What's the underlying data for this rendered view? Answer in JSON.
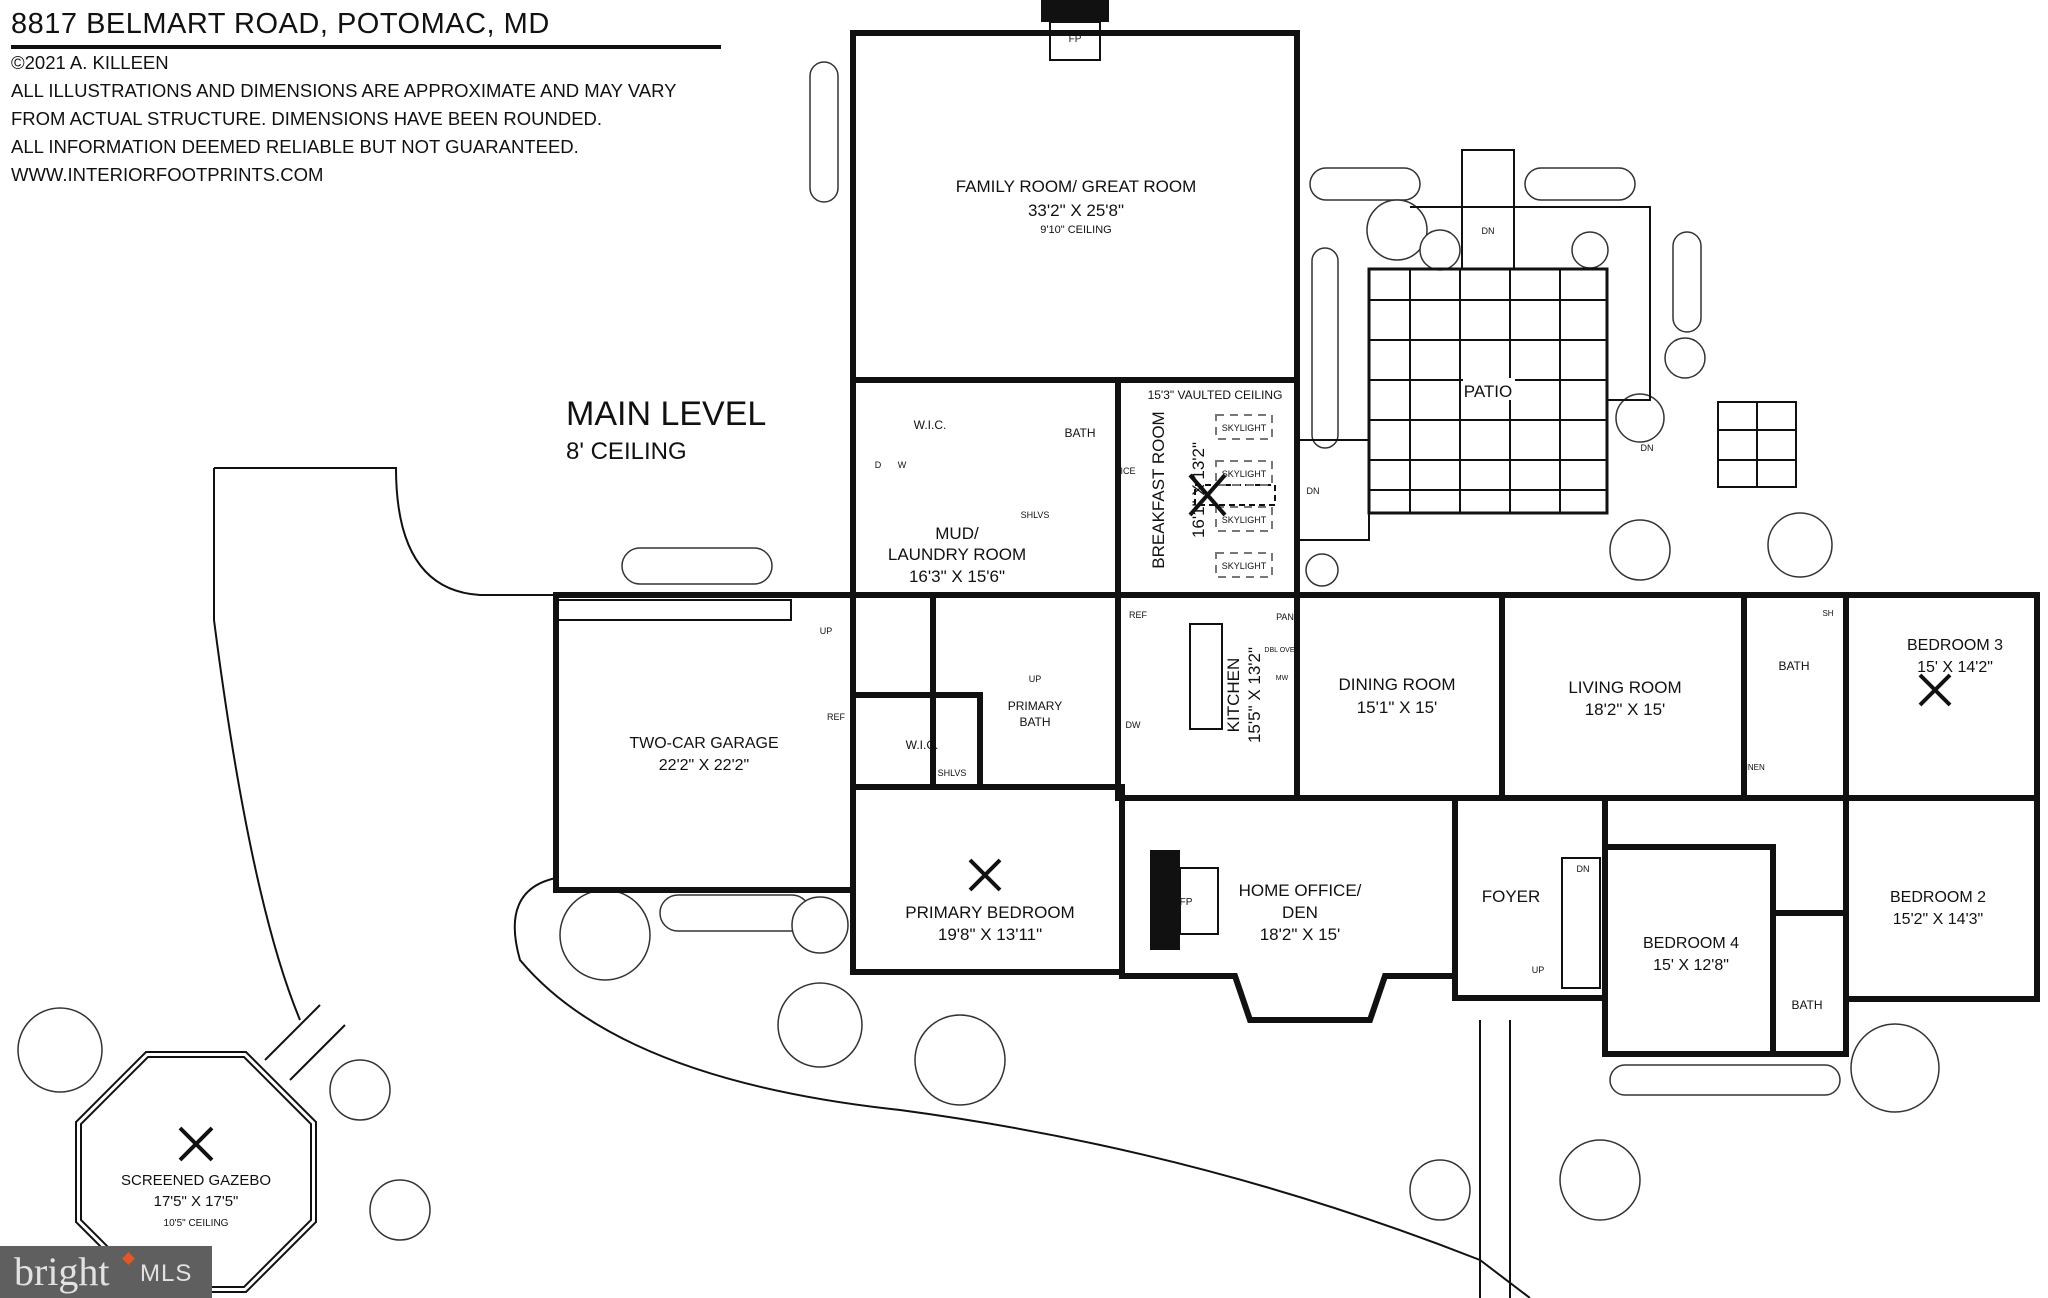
{
  "header": {
    "address": "8817 BELMART ROAD, POTOMAC, MD",
    "copyright": "©2021 A. KILLEEN",
    "disclaimer": [
      "ALL ILLUSTRATIONS AND DIMENSIONS ARE APPROXIMATE AND MAY VARY",
      "FROM ACTUAL STRUCTURE. DIMENSIONS HAVE BEEN ROUNDED.",
      "ALL INFORMATION DEEMED RELIABLE BUT NOT GUARANTEED."
    ],
    "website": "WWW.INTERIORFOOTPRINTS.COM"
  },
  "level": {
    "name": "MAIN LEVEL",
    "ceiling": "8' CEILING"
  },
  "rooms": {
    "family": {
      "name": "FAMILY ROOM/ GREAT ROOM",
      "dims": "33'2\" X 25'8\"",
      "ceiling": "9'10\" CEILING"
    },
    "wic_upper": {
      "name": "W.I.C."
    },
    "bath_upper": {
      "name": "BATH"
    },
    "mud": {
      "name1": "MUD/",
      "name2": "LAUNDRY ROOM",
      "dims": "16'3\" X 15'6\""
    },
    "breakfast": {
      "name": "BREAKFAST ROOM",
      "dims": "16'1\" X 13'2\"",
      "ceiling": "15'3\" VAULTED CEILING"
    },
    "garage": {
      "name": "TWO-CAR GARAGE",
      "dims": "22'2\" X 22'2\""
    },
    "primary_bath": {
      "name1": "PRIMARY",
      "name2": "BATH"
    },
    "wic_lower": {
      "name": "W.I.C."
    },
    "kitchen": {
      "name": "KITCHEN",
      "dims": "15'5\" X 13'2\""
    },
    "dining": {
      "name": "DINING ROOM",
      "dims": "15'1\" X 15'"
    },
    "living": {
      "name": "LIVING ROOM",
      "dims": "18'2\" X 15'"
    },
    "bath_right": {
      "name": "BATH"
    },
    "bedroom3": {
      "name": "BEDROOM 3",
      "dims": "15' X 14'2\""
    },
    "bedroom2": {
      "name": "BEDROOM 2",
      "dims": "15'2\" X 14'3\""
    },
    "bedroom4": {
      "name": "BEDROOM 4",
      "dims": "15' X 12'8\""
    },
    "bath_lower": {
      "name": "BATH"
    },
    "foyer": {
      "name": "FOYER"
    },
    "office": {
      "name1": "HOME OFFICE/",
      "name2": "DEN",
      "dims": "18'2\" X 15'"
    },
    "primary_bed": {
      "name": "PRIMARY BEDROOM",
      "dims": "19'8\" X 13'11\""
    },
    "patio": {
      "name": "PATIO"
    },
    "gazebo": {
      "name": "SCREENED GAZEBO",
      "dims": "17'5\" X 17'5\"",
      "ceiling": "10'5\" CEILING"
    }
  },
  "fixtures": {
    "fp": "FP",
    "skylight": "SKYLIGHT",
    "ice": "ICE",
    "ref": "REF",
    "dw": "DW",
    "pan": "PAN",
    "dbl_oven": "DBL OVEN",
    "mw": "MW",
    "shlvs": "SHLVS",
    "linen": "LINEN",
    "sh": "SH",
    "up": "UP",
    "dn": "DN",
    "d": "D",
    "w": "W"
  },
  "watermark": {
    "brand": "bright",
    "suffix": "MLS",
    "accent": "#e0572a",
    "background": "#5f5f5f"
  }
}
